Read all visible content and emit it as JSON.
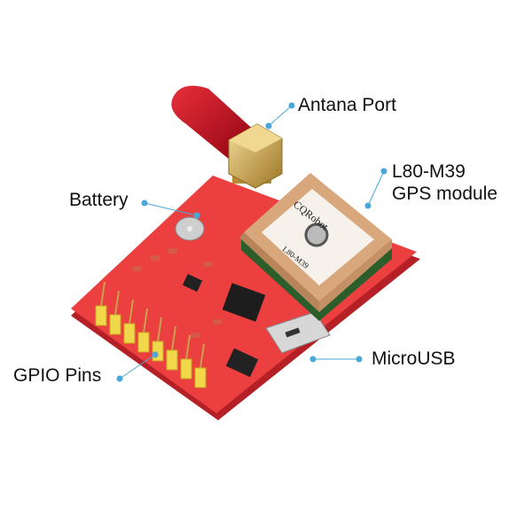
{
  "labels": {
    "antenna": "Antana Port",
    "gps_line1": "L80-M39",
    "gps_line2": "GPS module",
    "battery": "Battery",
    "microusb": "MicroUSB",
    "gpio": "GPIO Pins"
  },
  "module": {
    "brand": "CQRobot",
    "model": "L80-M39"
  },
  "colors": {
    "board": "#e8393a",
    "leader": "#4aa8d8",
    "ceramic": "#d9a77c",
    "cap": "#c8101e",
    "gold": "#c9a24a",
    "pins": "#f0d84a"
  }
}
